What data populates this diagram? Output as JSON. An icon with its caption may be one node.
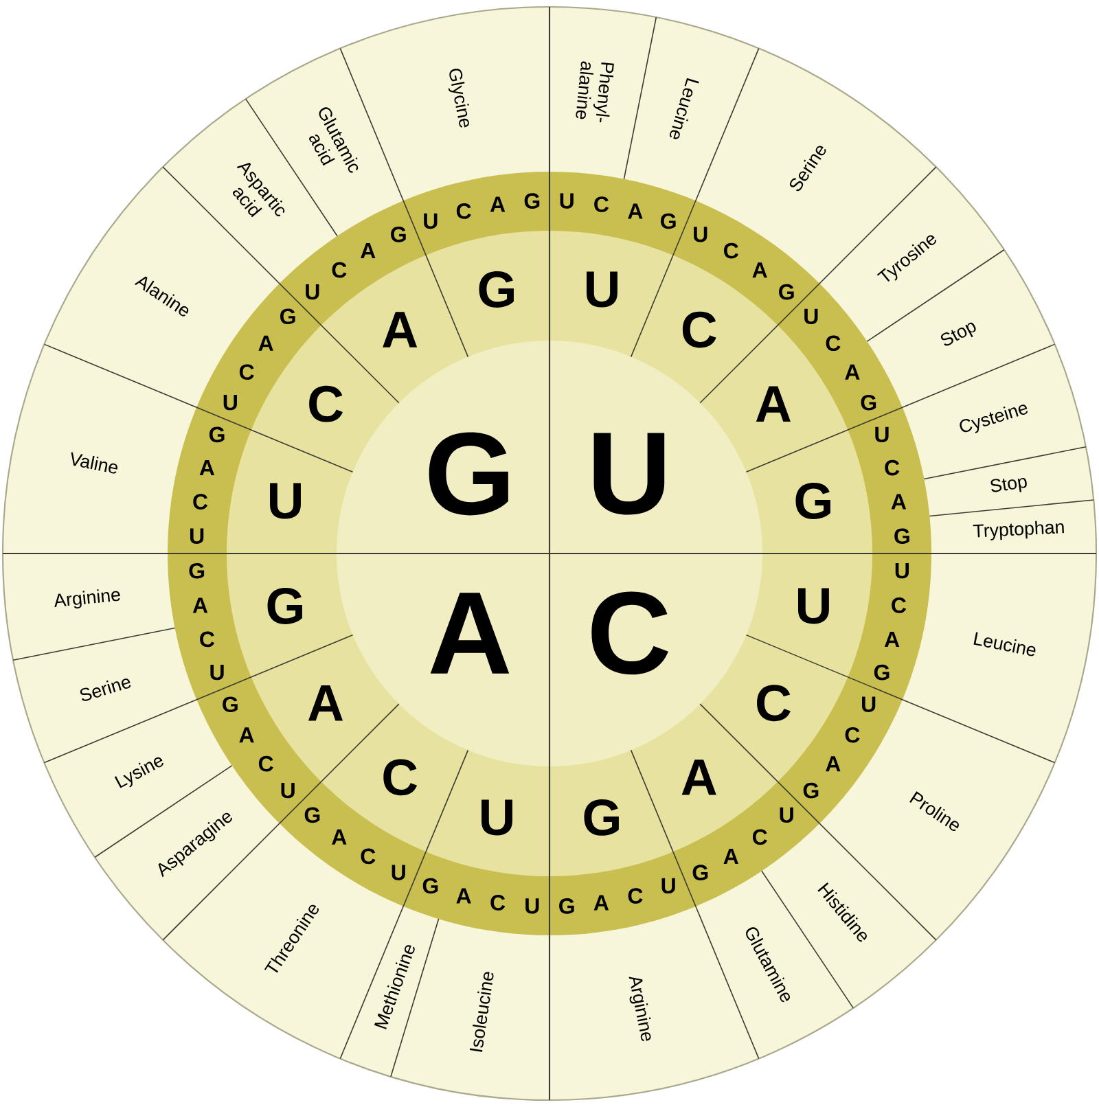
{
  "diagram": {
    "labels": [
      "U",
      "C",
      "A",
      "G",
      "U",
      "C",
      "A",
      "G",
      "U",
      "C",
      "A",
      "G",
      "U",
      "C",
      "A",
      "G",
      "U",
      "C",
      "A",
      "G",
      "U",
      "C",
      "A",
      "G",
      "U",
      "C",
      "A",
      "G",
      "U",
      "C",
      "A",
      "G",
      "U",
      "C",
      "A",
      "G",
      "U",
      "C",
      "A",
      "G",
      "U",
      "C",
      "A",
      "G",
      "U",
      "C",
      "A",
      "G",
      "U",
      "C",
      "A",
      "G",
      "U",
      "C",
      "A",
      "G",
      "U",
      "C",
      "A",
      "G",
      "U",
      "C",
      "A",
      "G",
      "U",
      "C",
      "A",
      "G",
      "U",
      "C",
      "A",
      "G",
      "U",
      "C",
      "A",
      "G",
      "U",
      "C",
      "A",
      "G",
      "U",
      "C",
      "A",
      "G",
      "Phenyl-alanine",
      "Leucine",
      "Serine",
      "Tyrosine",
      "Stop",
      "Cysteine",
      "Stop",
      "Tryptophan",
      "Leucine",
      "Proline",
      "Histidine",
      "Glutamine",
      "Arginine",
      "Isoleucine",
      "Methionine",
      "Threonine",
      "Asparagine",
      "Lysine",
      "Serine",
      "Arginine",
      "Valine",
      "Alanine",
      "Aspartic acid",
      "Glutamic acid",
      "Glycine"
    ]
  }
}
